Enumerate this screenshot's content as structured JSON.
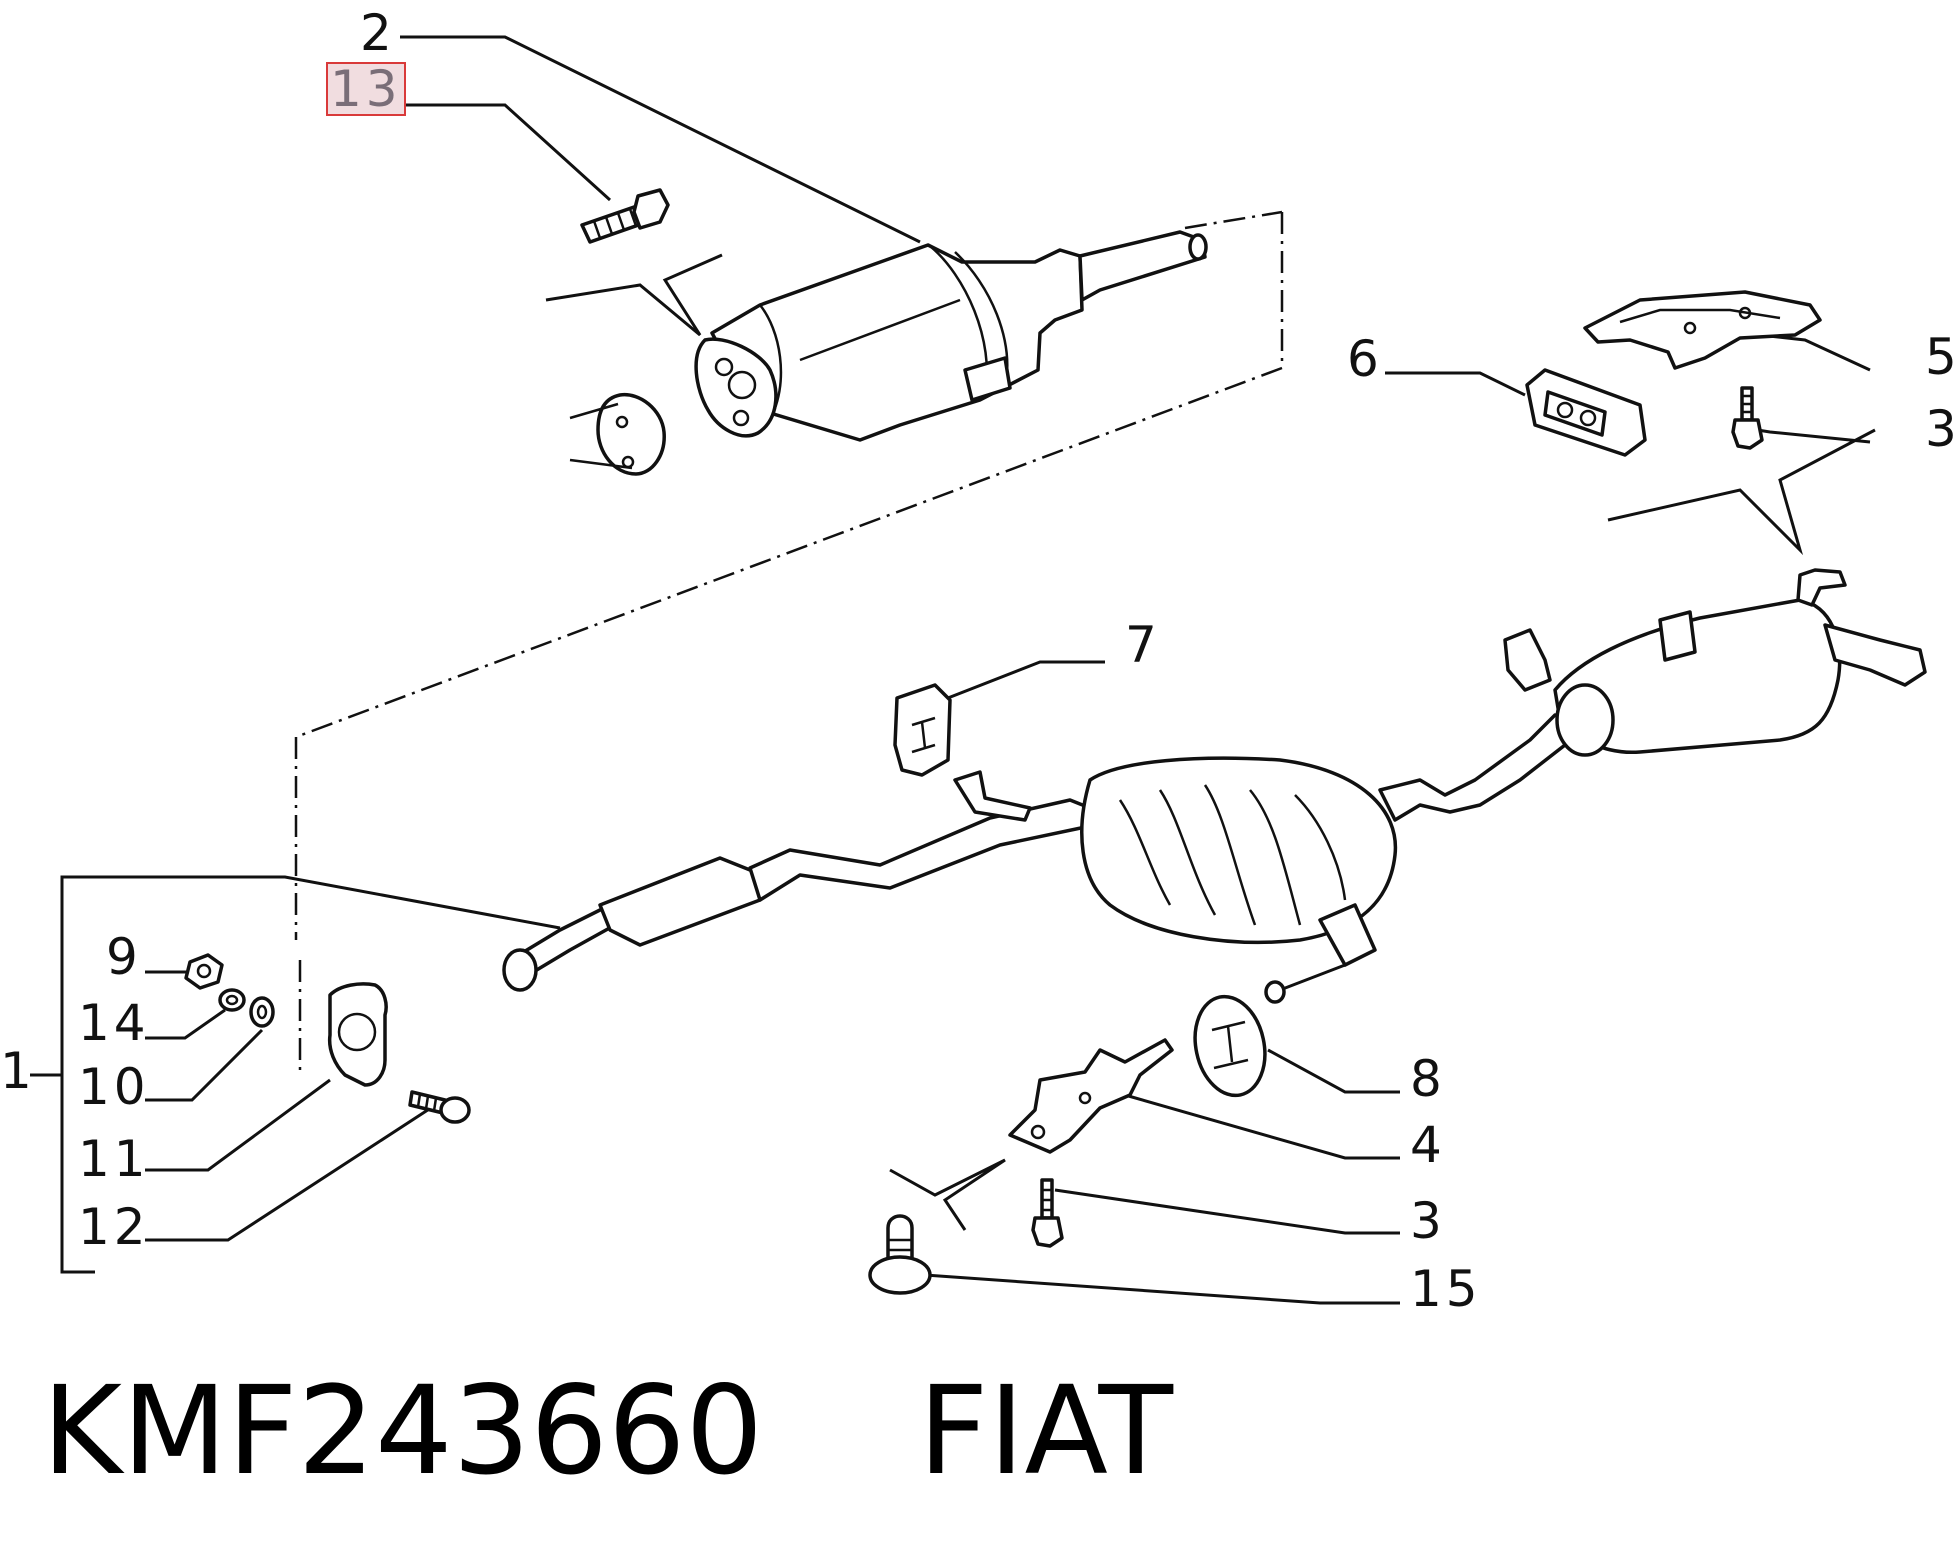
{
  "callouts": {
    "n2": "2",
    "n13": "13",
    "n5": "5",
    "n6": "6",
    "n3a": "3",
    "n7": "7",
    "n9": "9",
    "n14": "14",
    "n1": "1",
    "n10": "10",
    "n11": "11",
    "n12": "12",
    "n8": "8",
    "n4": "4",
    "n3b": "3",
    "n15": "15"
  },
  "caption": {
    "part_number": "KMF243660",
    "brand": "FIAT"
  },
  "colors": {
    "line": "#111111",
    "highlight_fill": "#f1dde0",
    "highlight_border": "#d93a3a"
  }
}
